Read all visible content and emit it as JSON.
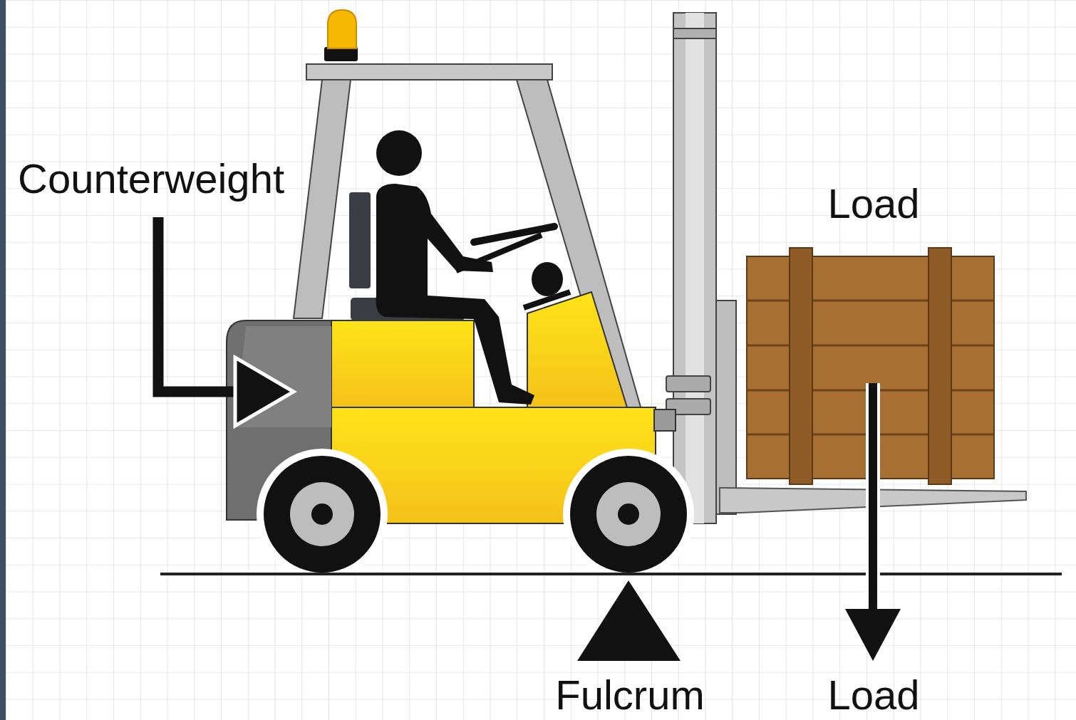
{
  "diagram": {
    "labels": [
      "Counterweight",
      "Load",
      "Fulcrum",
      "Load"
    ]
  }
}
